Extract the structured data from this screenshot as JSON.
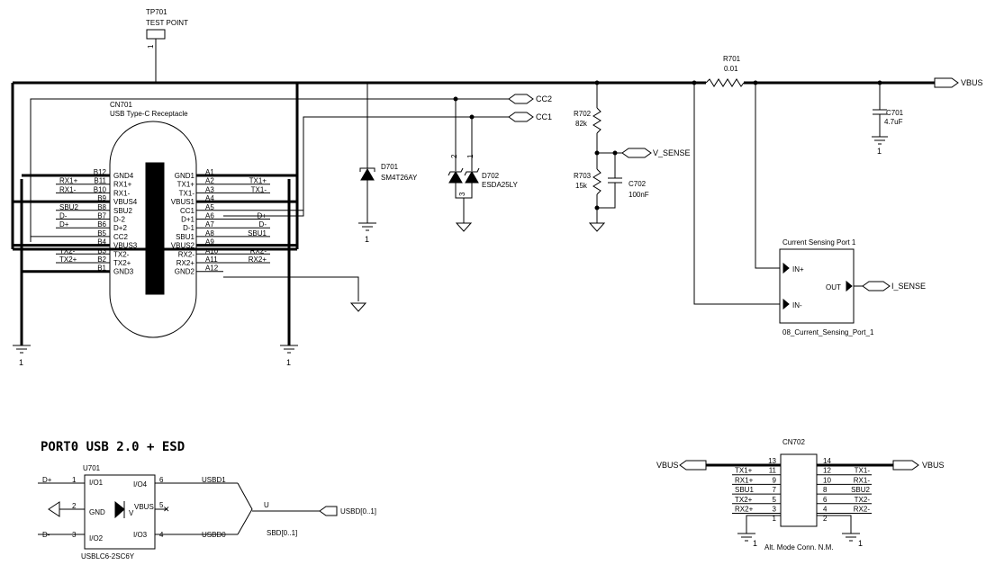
{
  "testpoint": {
    "ref": "TP701",
    "desc": "TEST POINT",
    "pin": "1"
  },
  "connector": {
    "ref": "CN701",
    "desc": "USB Type-C Receptacle"
  },
  "pins_left": [
    {
      "pin": "B12",
      "func": "GND4",
      "net": ""
    },
    {
      "pin": "B11",
      "func": "RX1+",
      "net": "RX1+"
    },
    {
      "pin": "B10",
      "func": "RX1-",
      "net": "RX1-"
    },
    {
      "pin": "B9",
      "func": "VBUS4",
      "net": ""
    },
    {
      "pin": "B8",
      "func": "SBU2",
      "net": "SBU2"
    },
    {
      "pin": "B7",
      "func": "D-2",
      "net": "D-"
    },
    {
      "pin": "B6",
      "func": "D+2",
      "net": "D+"
    },
    {
      "pin": "B5",
      "func": "CC2",
      "net": ""
    },
    {
      "pin": "B4",
      "func": "VBUS3",
      "net": ""
    },
    {
      "pin": "B3",
      "func": "TX2-",
      "net": "TX2-"
    },
    {
      "pin": "B2",
      "func": "TX2+",
      "net": "TX2+"
    },
    {
      "pin": "B1",
      "func": "GND3",
      "net": ""
    }
  ],
  "pins_right": [
    {
      "pin": "A1",
      "func": "GND1",
      "net": ""
    },
    {
      "pin": "A2",
      "func": "TX1+",
      "net": "TX1+"
    },
    {
      "pin": "A3",
      "func": "TX1-",
      "net": "TX1-"
    },
    {
      "pin": "A4",
      "func": "VBUS1",
      "net": ""
    },
    {
      "pin": "A5",
      "func": "CC1",
      "net": ""
    },
    {
      "pin": "A6",
      "func": "D+1",
      "net": "D+"
    },
    {
      "pin": "A7",
      "func": "D-1",
      "net": "D-"
    },
    {
      "pin": "A8",
      "func": "SBU1",
      "net": "SBU1"
    },
    {
      "pin": "A9",
      "func": "VBUS2",
      "net": ""
    },
    {
      "pin": "A10",
      "func": "RX2-",
      "net": "RX2-"
    },
    {
      "pin": "A11",
      "func": "RX2+",
      "net": "RX2+"
    },
    {
      "pin": "A12",
      "func": "GND2",
      "net": ""
    }
  ],
  "gnd_labels": [
    "1",
    "1",
    "1",
    "1",
    "1",
    "1"
  ],
  "cc_ports": {
    "cc2": "CC2",
    "cc1": "CC1"
  },
  "d701": {
    "ref": "D701",
    "part": "SM4T26AY"
  },
  "d702": {
    "ref": "D702",
    "part": "ESDA25LY",
    "pin_a": "2",
    "pin_b": "1",
    "pin_c": "3"
  },
  "r702": {
    "ref": "R702",
    "value": "82k"
  },
  "r703": {
    "ref": "R703",
    "value": "15k"
  },
  "c702": {
    "ref": "C702",
    "value": "100nF"
  },
  "v_sense": "V_SENSE",
  "r701": {
    "ref": "R701",
    "value": "0.01"
  },
  "vbus": "VBUS",
  "c701": {
    "ref": "C701",
    "value": "4.7uF"
  },
  "sense_block": {
    "title": "Current Sensing Port 1",
    "in_p": "IN+",
    "in_n": "IN-",
    "out": "OUT",
    "sheet": "08_Current_Sensing_Port_1"
  },
  "i_sense": "I_SENSE",
  "section_title": "PORT0 USB 2.0 + ESD",
  "u701": {
    "ref": "U701",
    "part": "USBLC6-2SC6Y",
    "p1": "1",
    "p2": "2",
    "p3": "3",
    "p4": "4",
    "p5": "5",
    "p6": "6",
    "io1": "I/O1",
    "gnd": "GND",
    "io2": "I/O2",
    "io4": "I/O4",
    "vbus": "VBUS",
    "io3": "I/O3",
    "v": "V"
  },
  "u701_nets": {
    "dp": "D+",
    "dm": "D-",
    "usbd1": "USBD1",
    "usbd0": "USBD0",
    "u": "U",
    "bus_port": "USBD[0..1]",
    "bus_label": "SBD[0..1]"
  },
  "cn702": {
    "ref": "CN702",
    "desc": "Alt. Mode Conn. N.M.",
    "vbus_l": "VBUS",
    "vbus_r": "VBUS",
    "left": [
      {
        "pin": "13",
        "net": ""
      },
      {
        "pin": "11",
        "net": "TX1+"
      },
      {
        "pin": "9",
        "net": "RX1+"
      },
      {
        "pin": "7",
        "net": "SBU1"
      },
      {
        "pin": "5",
        "net": "TX2+"
      },
      {
        "pin": "3",
        "net": "RX2+"
      },
      {
        "pin": "1",
        "net": ""
      }
    ],
    "right": [
      {
        "pin": "14",
        "net": ""
      },
      {
        "pin": "12",
        "net": "TX1-"
      },
      {
        "pin": "10",
        "net": "RX1-"
      },
      {
        "pin": "8",
        "net": "SBU2"
      },
      {
        "pin": "6",
        "net": "TX2-"
      },
      {
        "pin": "4",
        "net": "RX2-"
      },
      {
        "pin": "2",
        "net": ""
      }
    ]
  }
}
